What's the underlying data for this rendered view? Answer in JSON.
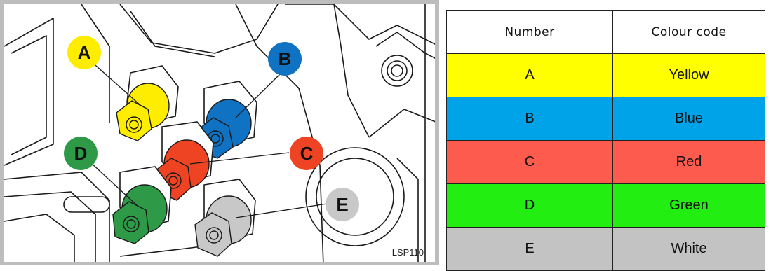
{
  "figure": {
    "reference_label": "LSP110",
    "callouts": [
      {
        "letter": "A",
        "color": "#ffed00"
      },
      {
        "letter": "B",
        "color": "#0f72c2"
      },
      {
        "letter": "C",
        "color": "#ee4423"
      },
      {
        "letter": "D",
        "color": "#2e9a48"
      },
      {
        "letter": "E",
        "color": "#c8c8c8"
      }
    ]
  },
  "table": {
    "headers": [
      "Number",
      "Colour code"
    ],
    "rows": [
      {
        "number": "A",
        "colour": "Yellow",
        "bg": "#ffff00"
      },
      {
        "number": "B",
        "colour": "Blue",
        "bg": "#00a2e8"
      },
      {
        "number": "C",
        "colour": "Red",
        "bg": "#fd5b4e"
      },
      {
        "number": "D",
        "colour": "Green",
        "bg": "#22ee11"
      },
      {
        "number": "E",
        "colour": "White",
        "bg": "#c3c3c3"
      }
    ]
  }
}
